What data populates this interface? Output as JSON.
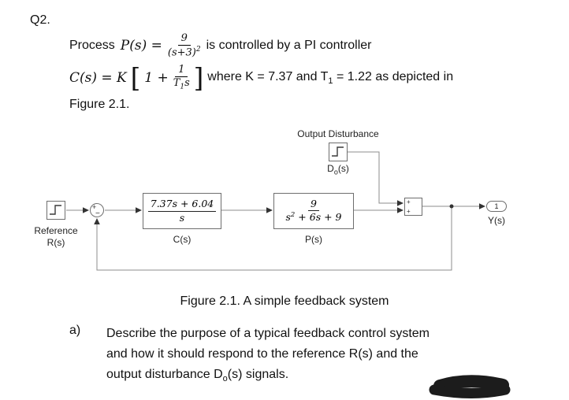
{
  "colors": {
    "wire": "#8c8c8c",
    "block_border": "#6e6e6e",
    "arrow": "#333333",
    "text": "#111111",
    "scribble": "#1c1c1c"
  },
  "question": {
    "number": "Q2.",
    "line1_prefix": "Process",
    "line1_math": "P(s) =",
    "frac1_num": "9",
    "frac1_den_base": "(s+3)",
    "frac1_den_exp": "2",
    "line1_suffix": "is controlled by a PI controller",
    "line2_math": "C(s) = K",
    "bracket_open": "[",
    "line2_inner": "1 +",
    "frac2_num": "1",
    "frac2_den_base": "T",
    "frac2_den_sub": "1",
    "frac2_den_tail": "s",
    "bracket_close": "]",
    "line2_where": "where K = 7.37 and T",
    "line2_where_sub": "1",
    "line2_where_tail": " = 1.22 as depicted in",
    "line3": "Figure 2.1."
  },
  "diagram": {
    "reference_title": "Reference",
    "reference_sub": "R(s)",
    "sum_plus": "+",
    "sum_minus": "−",
    "controller": {
      "num": "7.37s + 6.04",
      "den": "s",
      "label": "C(s)"
    },
    "plant": {
      "num": "9",
      "den_base": "s",
      "den_exp": "2",
      "den_tail": " + 6s + 9",
      "label": "P(s)"
    },
    "disturbance": {
      "title": "Output Disturbance",
      "label_base": "D",
      "label_sub": "o",
      "label_tail": "(s)"
    },
    "sum_block": {
      "top_sign": "+",
      "bottom_sign": "+"
    },
    "outport": {
      "number": "1",
      "label": "Y(s)"
    }
  },
  "caption": "Figure 2.1. A simple feedback system",
  "part_a": {
    "label": "a)",
    "line1": "Describe the purpose of a typical feedback control system",
    "line2": "and how it should respond to the reference R(s) and the",
    "line3_pre": "output disturbance D",
    "line3_sub": "o",
    "line3_tail": "(s) signals."
  }
}
